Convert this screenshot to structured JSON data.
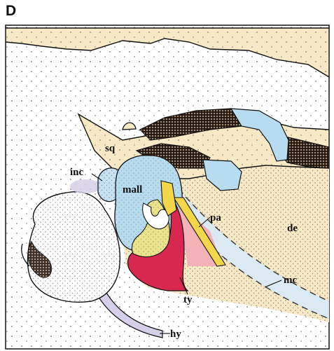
{
  "panel_letter": "D",
  "labels": {
    "sq": "sq",
    "inc": "inc",
    "mall": "mall",
    "pa": "pa",
    "de": "de",
    "mc": "mc",
    "ty": "ty",
    "hy": "hy"
  },
  "colors": {
    "bone_cream": "#f7e8c6",
    "malleus_blue": "#b7dcef",
    "incus_blue": "#c7e2f2",
    "tympanic_yellow": "#ece38d",
    "tympanic_red": "#d9284f",
    "prearticular_pink": "#f2b2b7",
    "prearticular_yellow": "#f3d74b",
    "hyoid_lavender": "#d6cfe8",
    "cartilage_light": "#dbe9f2",
    "stipple_dark": "#2a1a14",
    "outline": "#111111"
  }
}
